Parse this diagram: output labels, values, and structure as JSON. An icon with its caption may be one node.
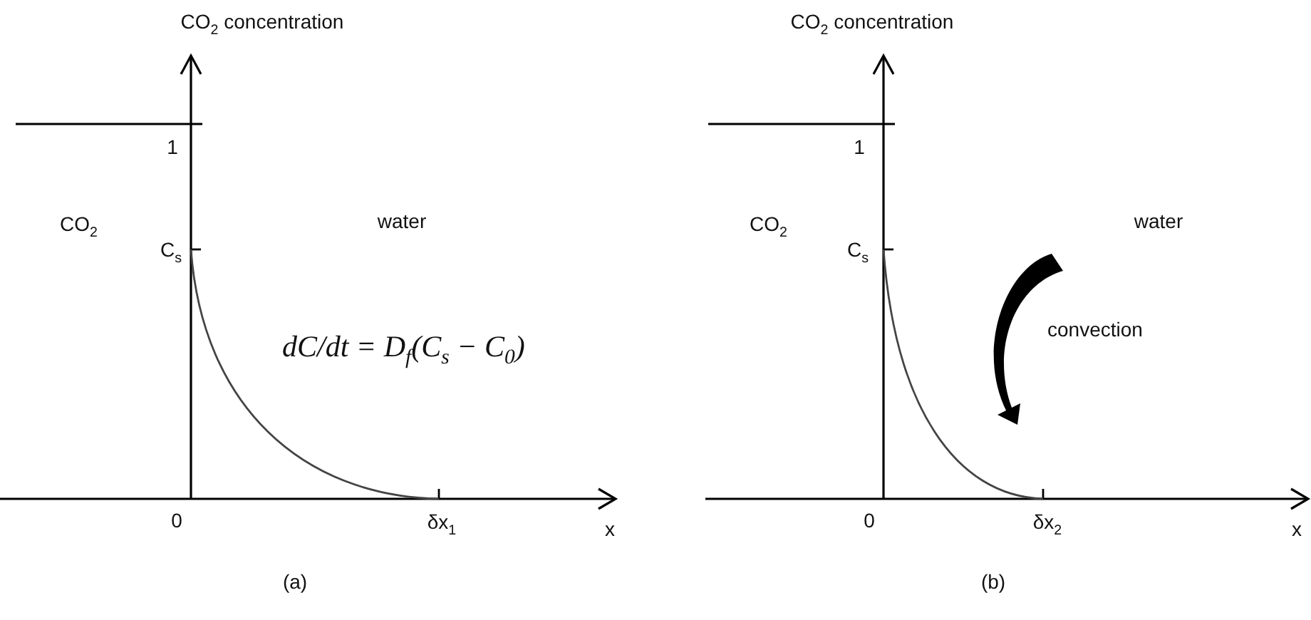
{
  "diagram": {
    "labels": [
      "CO$_{2}$ concentration",
      "1",
      "CO$_{2}$",
      "water",
      "C$_{s}$",
      "dC/dt = D$_{f}$(C$_{s}$ − C$_{0}$)",
      "0",
      "δx$_{1}$",
      "x",
      "(a)",
      "CO$_{2}$ concentration",
      "1",
      "CO$_{2}$",
      "water",
      "C$_{s}$",
      "convection",
      "0",
      "δx$_{2}$",
      "x",
      "(b)"
    ]
  }
}
